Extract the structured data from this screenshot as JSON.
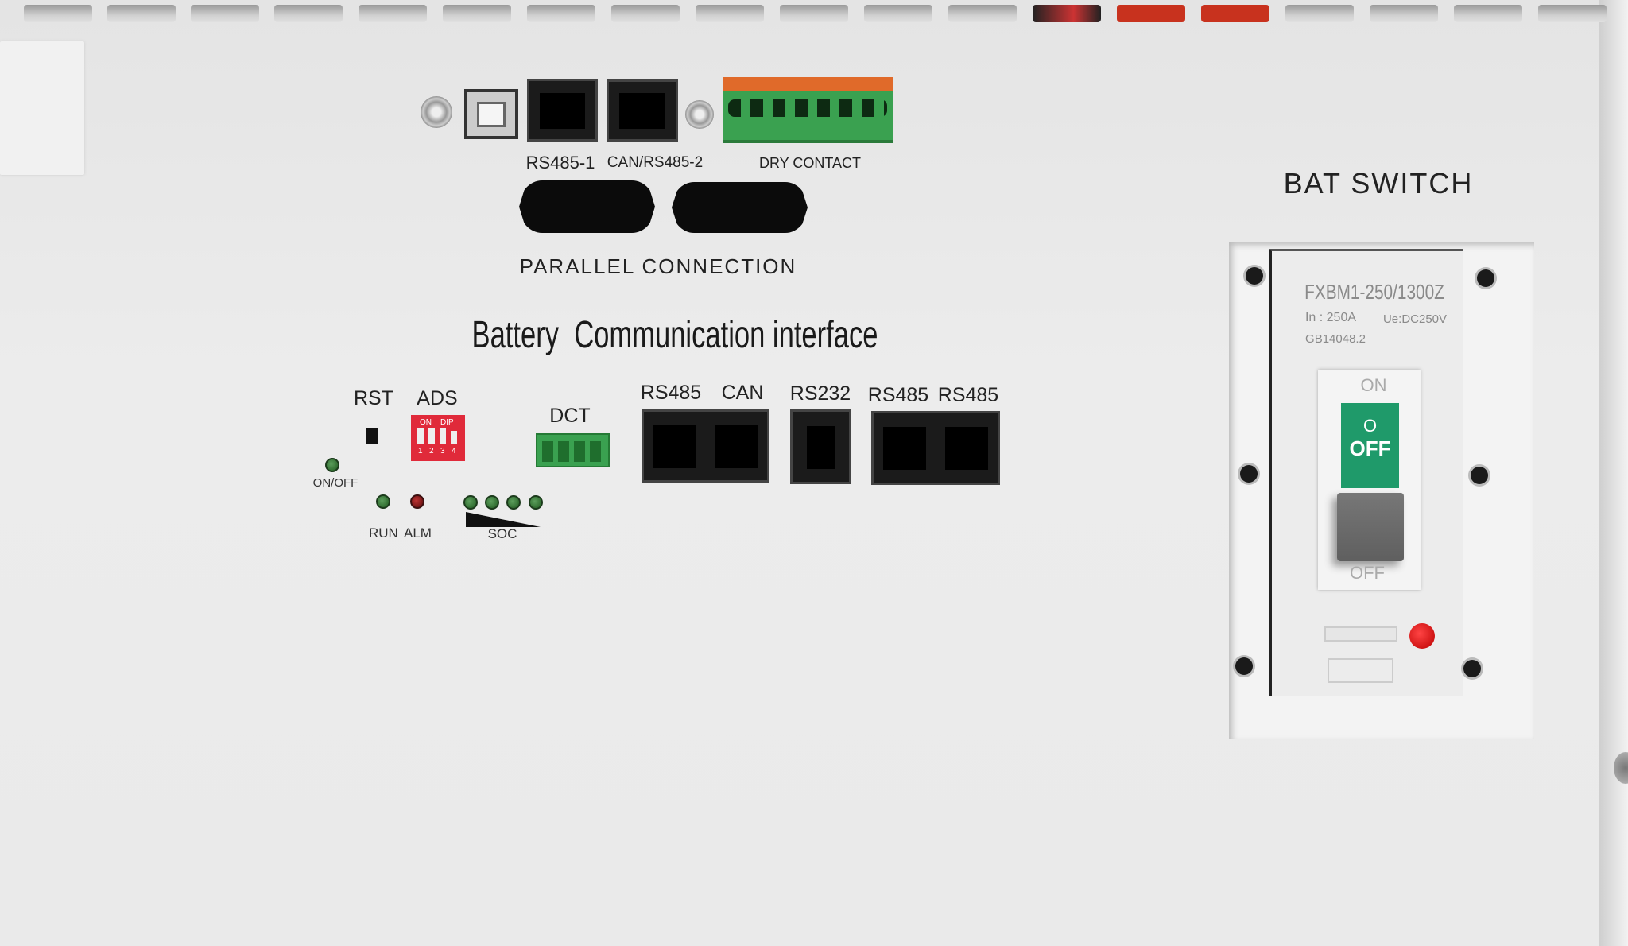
{
  "top_panel": {
    "port_labels": [
      "RS485-1",
      "CAN/RS485-2",
      "DRY CONTACT"
    ],
    "parallel_label": "PARALLEL CONNECTION"
  },
  "comm": {
    "title": "Battery  Communication interface",
    "rst": "RST",
    "ads": "ADS",
    "dip_on": "ON",
    "dip_dip": "DIP",
    "dip_numbers": [
      "1",
      "2",
      "3",
      "4"
    ],
    "on_off": "ON/OFF",
    "run": "RUN",
    "alm": "ALM",
    "soc": "SOC",
    "dct": "DCT",
    "port_labels": [
      "RS485",
      "CAN",
      "RS232",
      "RS485",
      "RS485"
    ]
  },
  "bat_switch": {
    "title": "BAT SWITCH",
    "model": "FXBM1-250/1300Z",
    "current": "In : 250A",
    "voltage": "Ue:DC250V",
    "standard": "GB14048.2",
    "on_label": "ON",
    "window_symbol": "O",
    "window_text": "OFF",
    "off_label": "OFF"
  }
}
